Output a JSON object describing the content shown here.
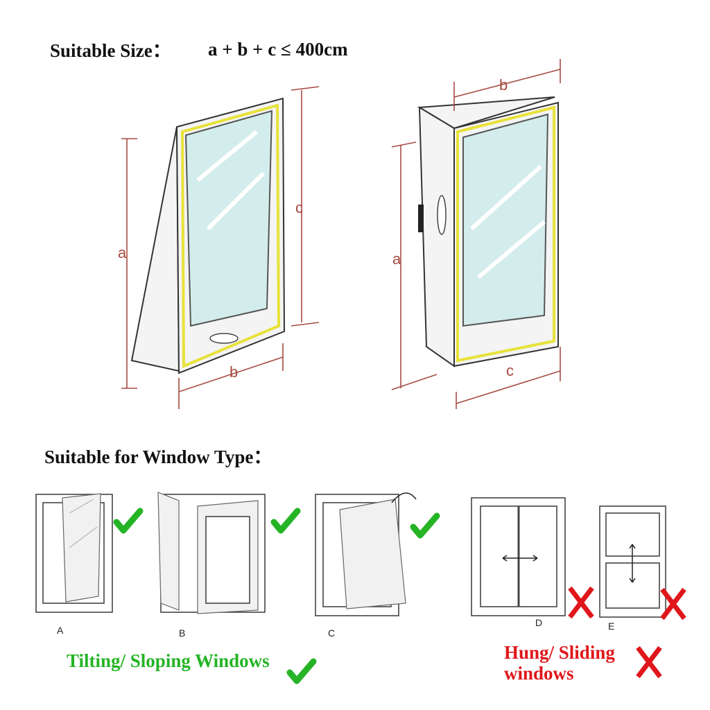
{
  "size_section": {
    "heading": "Suitable Size：",
    "formula": "a + b + c ≤ 400cm",
    "left_diagram": {
      "a": "a",
      "b": "b",
      "c": "c"
    },
    "right_diagram": {
      "a": "a",
      "b": "b",
      "c": "c"
    }
  },
  "type_section": {
    "heading": "Suitable for Window Type：",
    "windows": [
      {
        "label": "A",
        "suitable": true
      },
      {
        "label": "B",
        "suitable": true
      },
      {
        "label": "C",
        "suitable": true
      },
      {
        "label": "D",
        "suitable": false
      },
      {
        "label": "E",
        "suitable": false
      }
    ],
    "suitable_caption": "Tilting/ Sloping Windows",
    "unsuitable_caption_line1": "Hung/ Sliding",
    "unsuitable_caption_line2": "windows"
  },
  "colors": {
    "check": "#25b425",
    "cross": "#e0161b",
    "dimension": "#a64a42",
    "seal": "#e8e23a"
  }
}
